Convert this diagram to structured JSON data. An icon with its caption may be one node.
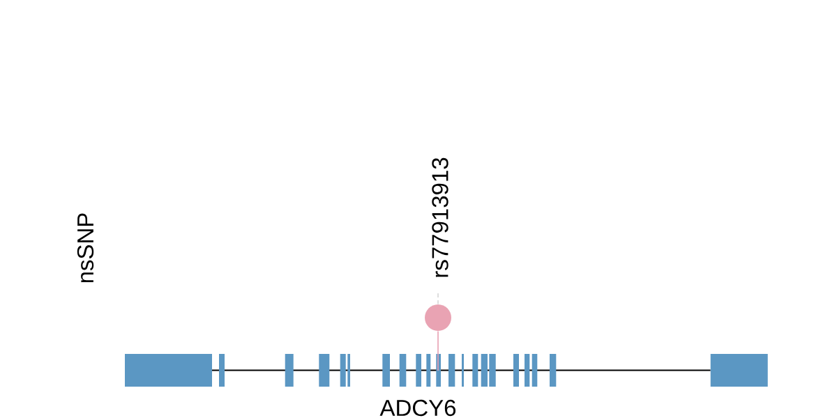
{
  "diagram": {
    "nodes": [
      {
        "text": [
          "rs77913913"
        ]
      },
      {
        "text": [],
        "shape": "circle"
      }
    ],
    "edges": [
      {
        "from": 0,
        "to": 1,
        "arrow": "none",
        "style": "dashed",
        "color": "#bdbdbd"
      },
      {
        "from": 1,
        "to": null,
        "arrow": "none",
        "color": "#e8a0b2"
      }
    ],
    "labels": [
      "nsSNP",
      "ADCY6"
    ]
  }
}
